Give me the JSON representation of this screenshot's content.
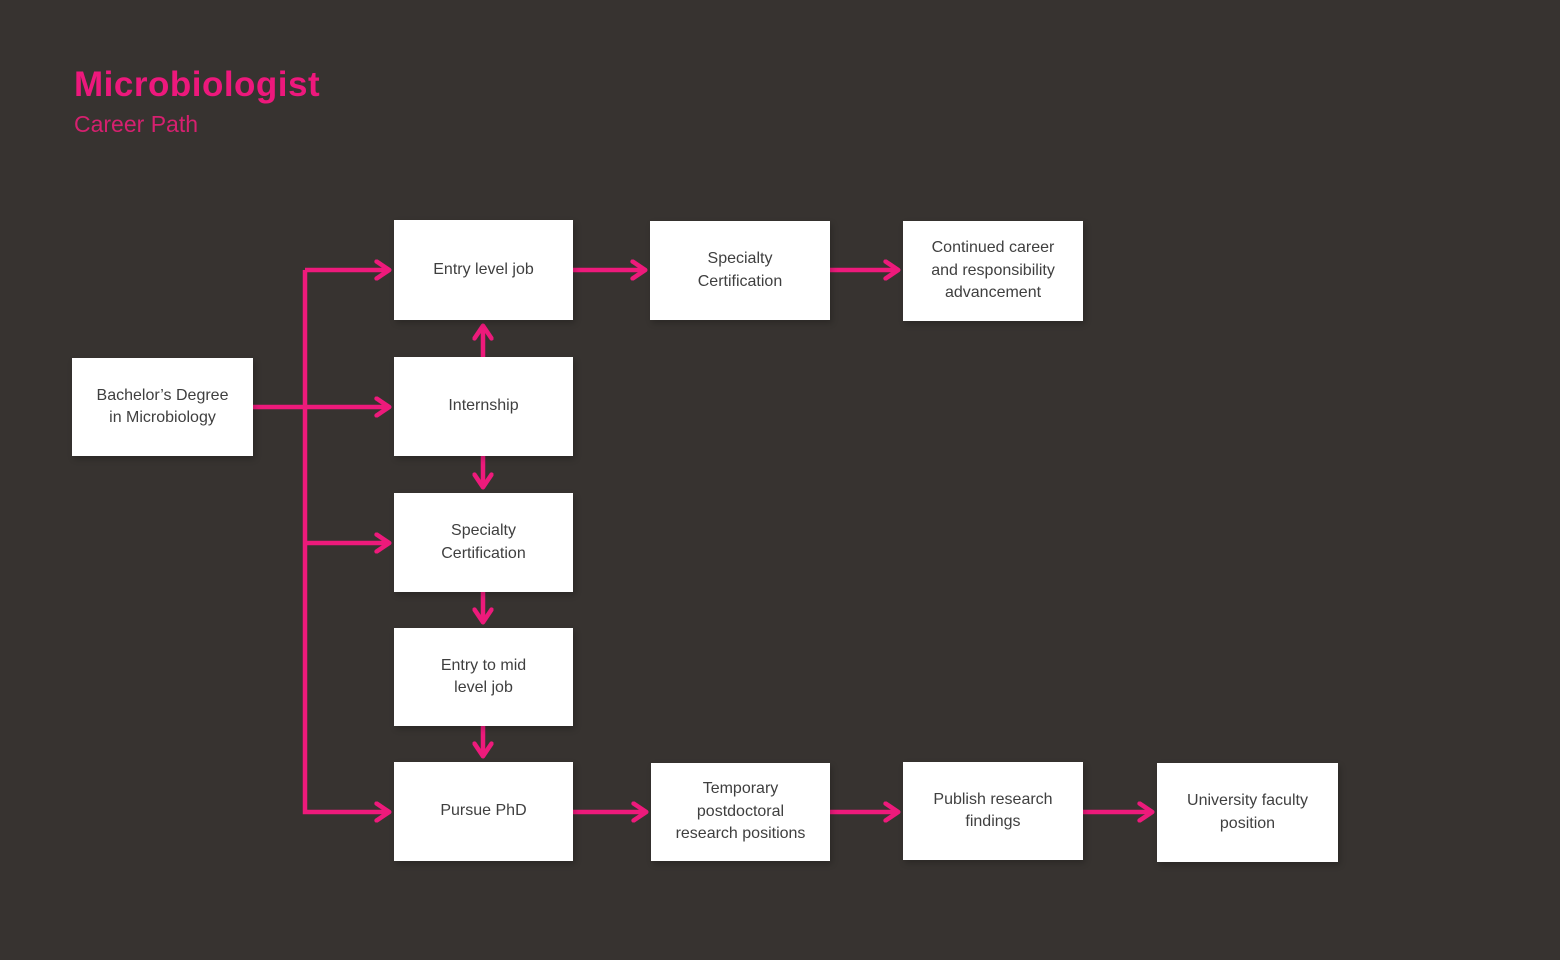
{
  "header": {
    "title": "Microbiologist",
    "subtitle": "Career Path"
  },
  "colors": {
    "background": "#373330",
    "accent_pink": "#ed1a7b",
    "title_pink": "#ed187c",
    "subtitle_pink": "#d6206f",
    "node_background": "#ffffff",
    "node_text": "#3f3f3f"
  },
  "nodes": [
    {
      "id": "bachelors-degree",
      "label": "Bachelor’s Degree\nin Microbiology"
    },
    {
      "id": "entry-level-job",
      "label": "Entry level job"
    },
    {
      "id": "specialty-certification-post-entry",
      "label": "Specialty\nCertification"
    },
    {
      "id": "continued-career-advancement",
      "label": "Continued career\nand responsibility\nadvancement"
    },
    {
      "id": "internship",
      "label": "Internship"
    },
    {
      "id": "specialty-certification",
      "label": "Specialty\nCertification"
    },
    {
      "id": "entry-to-mid-level-job",
      "label": "Entry to mid\nlevel job"
    },
    {
      "id": "pursue-phd",
      "label": "Pursue PhD"
    },
    {
      "id": "temporary-postdoctoral-research",
      "label": "Temporary\npostdoctoral\nresearch positions"
    },
    {
      "id": "publish-research-findings",
      "label": "Publish research\nfindings"
    },
    {
      "id": "university-faculty-position",
      "label": "University faculty\nposition"
    }
  ],
  "edges": [
    {
      "from": "bachelors-degree",
      "to": "entry-level-job"
    },
    {
      "from": "bachelors-degree",
      "to": "internship"
    },
    {
      "from": "bachelors-degree",
      "to": "specialty-certification"
    },
    {
      "from": "bachelors-degree",
      "to": "pursue-phd"
    },
    {
      "from": "entry-level-job",
      "to": "specialty-certification-post-entry"
    },
    {
      "from": "specialty-certification-post-entry",
      "to": "continued-career-advancement"
    },
    {
      "from": "internship",
      "to": "entry-level-job"
    },
    {
      "from": "internship",
      "to": "specialty-certification"
    },
    {
      "from": "specialty-certification",
      "to": "entry-to-mid-level-job"
    },
    {
      "from": "entry-to-mid-level-job",
      "to": "pursue-phd"
    },
    {
      "from": "pursue-phd",
      "to": "temporary-postdoctoral-research"
    },
    {
      "from": "temporary-postdoctoral-research",
      "to": "publish-research-findings"
    },
    {
      "from": "publish-research-findings",
      "to": "university-faculty-position"
    }
  ]
}
